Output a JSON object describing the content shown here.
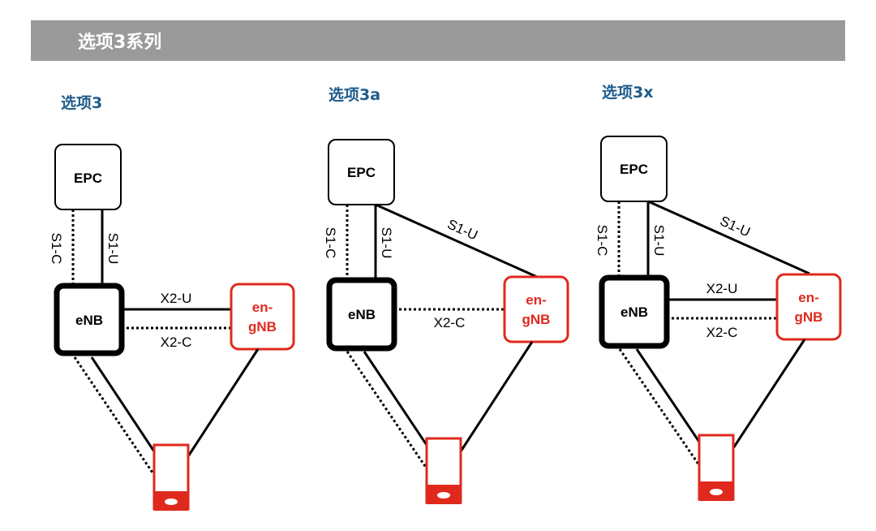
{
  "banner": {
    "title": "选项3系列"
  },
  "colors": {
    "banner": "#9a9a9a",
    "option_title": "#1f5c8b",
    "engnb": "#e0291d",
    "line": "#000000"
  },
  "options": [
    {
      "title": "选项3",
      "epc": "EPC",
      "enb": "eNB",
      "engnb_line1": "en-",
      "engnb_line2": "gNB",
      "s1c": "S1-C",
      "s1u": "S1-U",
      "x2u": "X2-U",
      "x2c": "X2-C"
    },
    {
      "title": "选项3a",
      "epc": "EPC",
      "enb": "eNB",
      "engnb_line1": "en-",
      "engnb_line2": "gNB",
      "s1c": "S1-C",
      "s1u_enb": "S1-U",
      "s1u_engnb": "S1-U",
      "x2c": "X2-C"
    },
    {
      "title": "选项3x",
      "epc": "EPC",
      "enb": "eNB",
      "engnb_line1": "en-",
      "engnb_line2": "gNB",
      "s1c": "S1-C",
      "s1u_enb": "S1-U",
      "s1u_engnb": "S1-U",
      "x2u": "X2-U",
      "x2c": "X2-C"
    }
  ]
}
